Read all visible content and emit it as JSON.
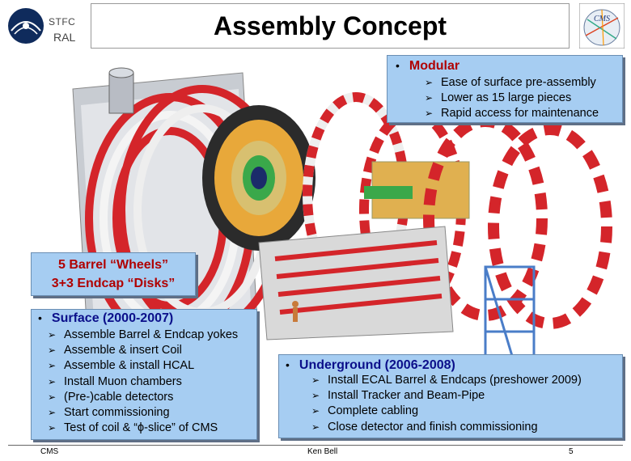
{
  "header": {
    "org_line1": "STFC",
    "org_line2": "RAL",
    "title": "Assembly Concept"
  },
  "modular": {
    "heading": "Modular",
    "items": [
      "Ease of surface pre-assembly",
      "Lower as 15 large pieces",
      "Rapid access for maintenance"
    ]
  },
  "wheels": {
    "line1": "5 Barrel “Wheels”",
    "line2": "3+3 Endcap “Disks”"
  },
  "surface": {
    "heading": "Surface (2000-2007)",
    "items": [
      "Assemble Barrel & Endcap yokes",
      "Assemble & insert Coil",
      "Assemble & install HCAL",
      "Install Muon chambers",
      "(Pre-)cable detectors",
      "Start commissioning",
      "Test of coil & “ϕ-slice” of CMS"
    ]
  },
  "underground": {
    "heading": "Underground (2006-2008)",
    "items": [
      "Install ECAL Barrel & Endcaps (preshower 2009)",
      "Install Tracker and Beam-Pipe",
      "Complete cabling",
      "Close detector and finish commissioning"
    ]
  },
  "footer": {
    "left": "CMS",
    "middle": "Ken Bell",
    "page": "5"
  },
  "colors": {
    "box_fill": "#a6cdf2",
    "heading_red": "#b00000",
    "heading_blue": "#0b0f8a",
    "yoke_red": "#d4252a"
  }
}
